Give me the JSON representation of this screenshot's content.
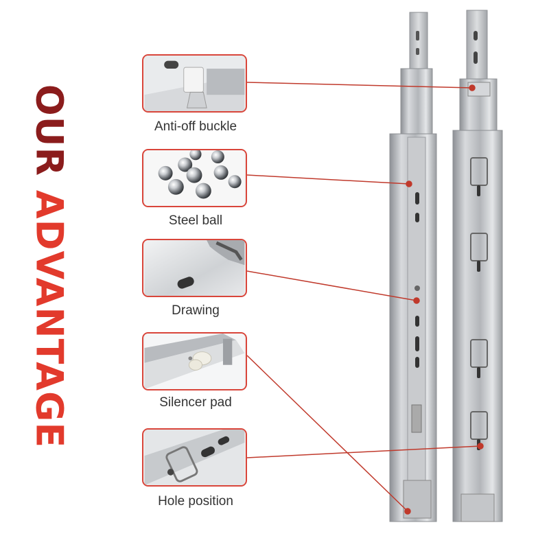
{
  "headline": {
    "word1": "OUR",
    "word2": "ADVANTAGE"
  },
  "features": [
    {
      "label": "Anti-off buckle"
    },
    {
      "label": "Steel ball"
    },
    {
      "label": "Drawing"
    },
    {
      "label": "Silencer pad"
    },
    {
      "label": "Hole position"
    }
  ],
  "colors": {
    "accent": "#d9453a",
    "headline_dark": "#8b1c1c",
    "headline_red": "#e23a2c"
  }
}
